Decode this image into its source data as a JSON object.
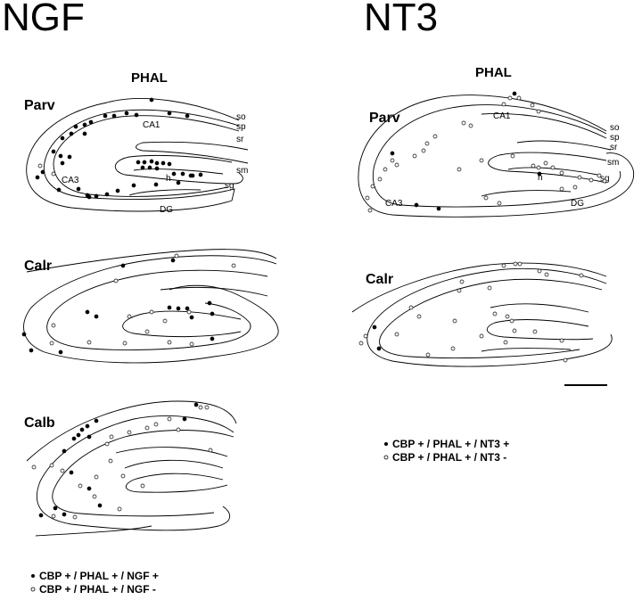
{
  "headings": {
    "left": "NGF",
    "right": "NT3"
  },
  "subheadings": {
    "left": "PHAL",
    "right": "PHAL"
  },
  "rows": {
    "ngf_parv": "Parv",
    "ngf_calr": "Calr",
    "ngf_calb": "Calb",
    "nt3_parv": "Parv",
    "nt3_calr": "Calr"
  },
  "regions": {
    "ca1": "CA1",
    "ca3": "CA3",
    "h": "h",
    "dg": "DG",
    "so": "so",
    "sp": "sp",
    "sr": "sr",
    "sm": "sm",
    "sg": "sg"
  },
  "legend": {
    "ngf_pos": "CBP + / PHAL + / NGF +",
    "ngf_neg": "CBP + / PHAL + / NGF -",
    "nt3_pos": "CBP + / PHAL + / NT3 +",
    "nt3_neg": "CBP + / PHAL + / NT3 -"
  },
  "legend_markers": {
    "positive": "filled-circle",
    "negative": "open-circle"
  },
  "colors": {
    "ink": "#000000",
    "background": "#ffffff"
  }
}
